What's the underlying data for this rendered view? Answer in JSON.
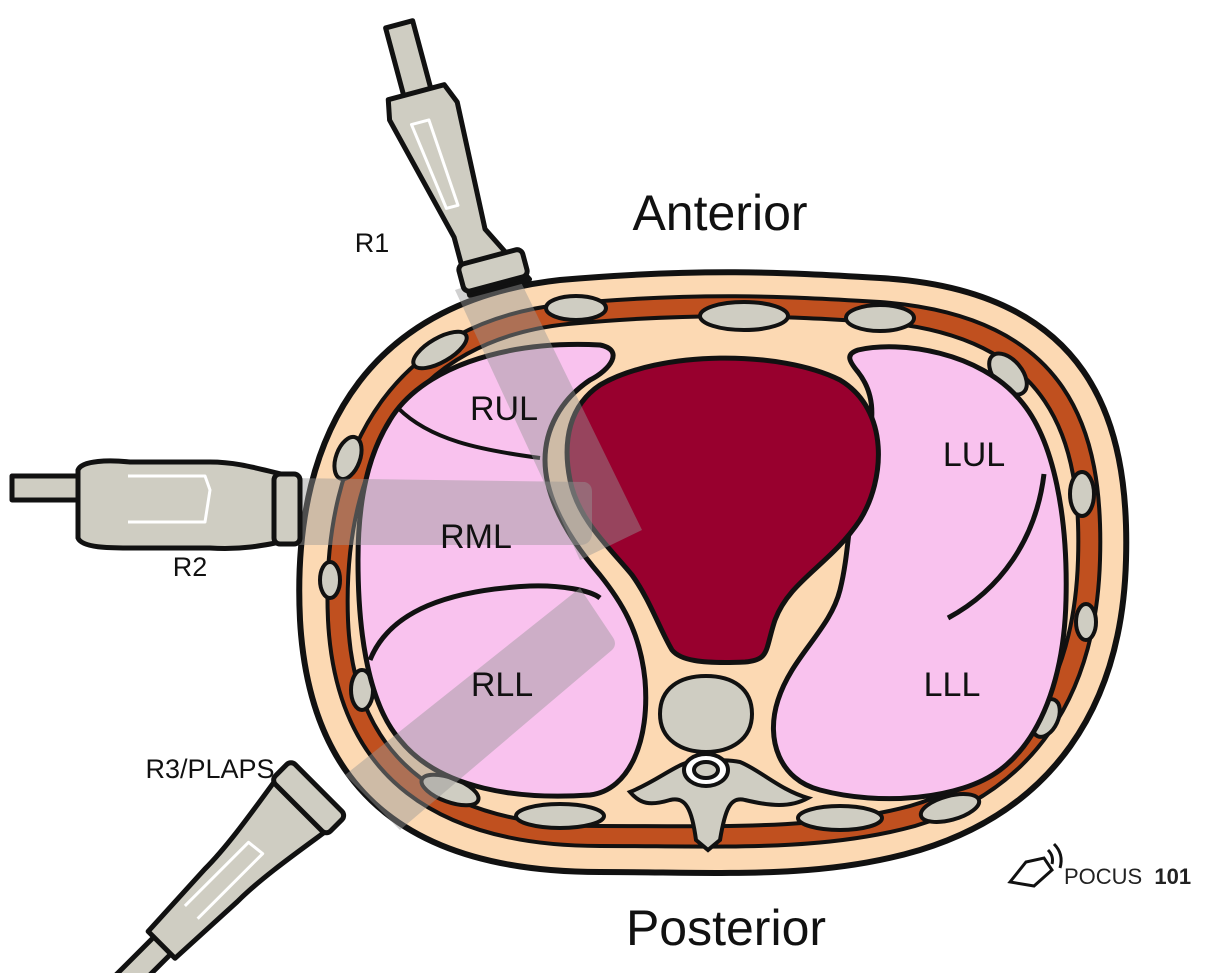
{
  "orientation": {
    "top": "Anterior",
    "bottom": "Posterior"
  },
  "lobes": {
    "rul": "RUL",
    "rml": "RML",
    "rll": "RLL",
    "lul": "LUL",
    "lll": "LLL"
  },
  "probes": {
    "r1": "R1",
    "r2": "R2",
    "r3": "R3/PLAPS"
  },
  "brand": {
    "name": "POCUS",
    "number": "101"
  },
  "colors": {
    "soft_tissue": "#fcd9b3",
    "muscle": "#c0501f",
    "rib": "#cfcdc2",
    "lung": "#f9c2ee",
    "heart": "#98002e",
    "probe": "#cfcdc2",
    "outline": "#111111"
  }
}
